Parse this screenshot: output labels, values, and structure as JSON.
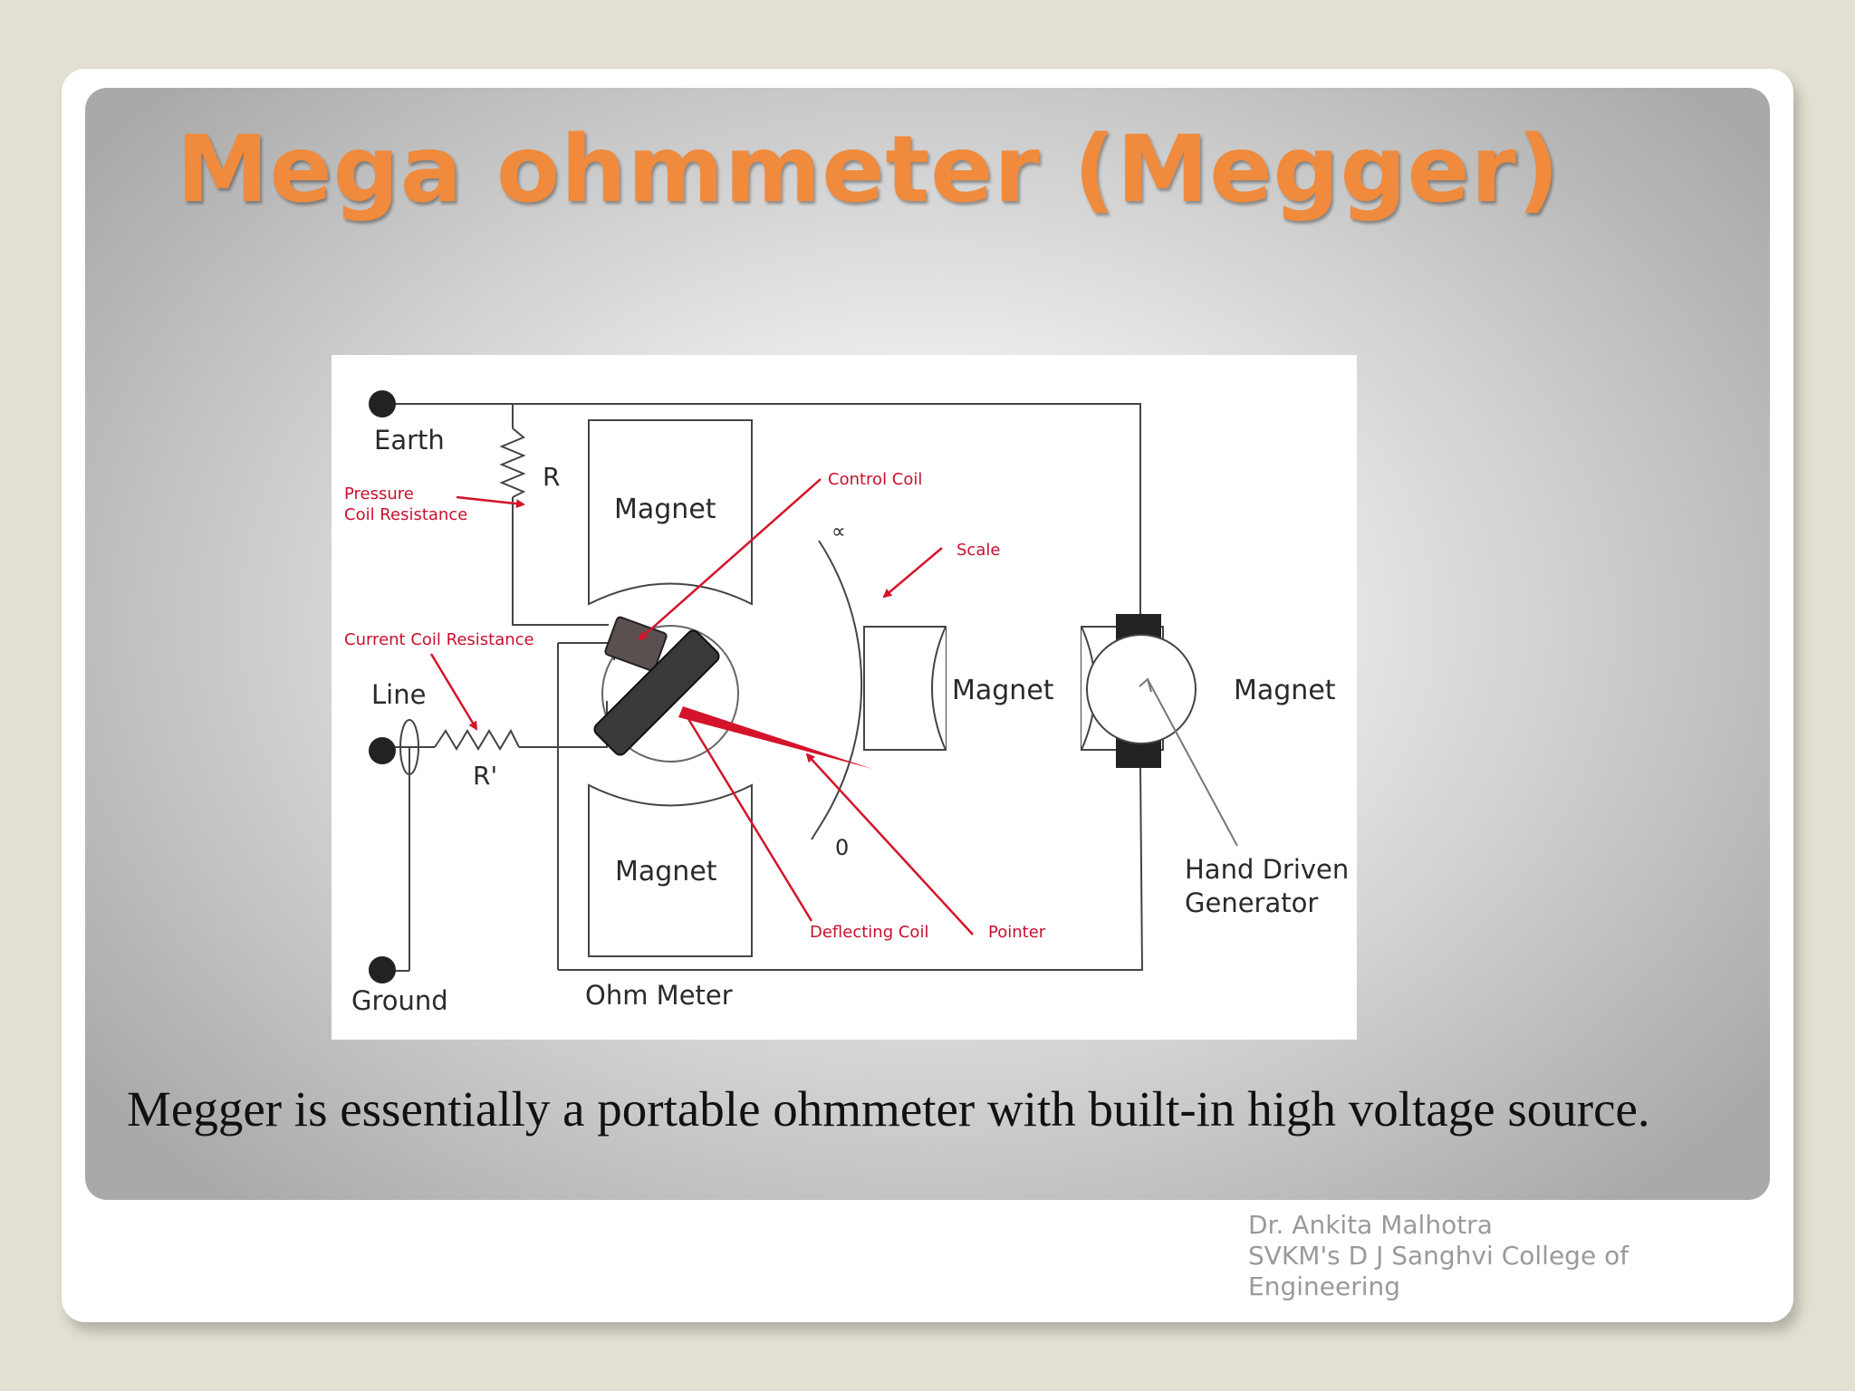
{
  "slide": {
    "title": "Mega ohmmeter (Megger)",
    "caption": "Megger is essentially a portable ohmmeter with built-in high voltage source.",
    "title_color": "#f08a3c"
  },
  "diagram": {
    "labels": {
      "earth": "Earth",
      "line": "Line",
      "ground": "Ground",
      "r": "R",
      "r_prime": "R'",
      "magnet_top": "Magnet",
      "magnet_bottom": "Magnet",
      "magnet_left": "Magnet",
      "magnet_right": "Magnet",
      "ohm_meter": "Ohm Meter",
      "hand_driven": "Hand Driven",
      "generator": "Generator",
      "infinity": "∝",
      "zero": "0"
    },
    "callouts": {
      "pressure": "Pressure",
      "coil_resistance": "Coil Resistance",
      "current_coil_resistance": "Current Coil Resistance",
      "control_coil": "Control Coil",
      "scale": "Scale",
      "deflecting_coil": "Deflecting Coil",
      "pointer": "Pointer"
    },
    "callout_color": "#c8102e"
  },
  "footer": {
    "line1": "Dr. Ankita Malhotra",
    "line2": "SVKM's D J Sanghvi College of",
    "line3": "Engineering"
  }
}
